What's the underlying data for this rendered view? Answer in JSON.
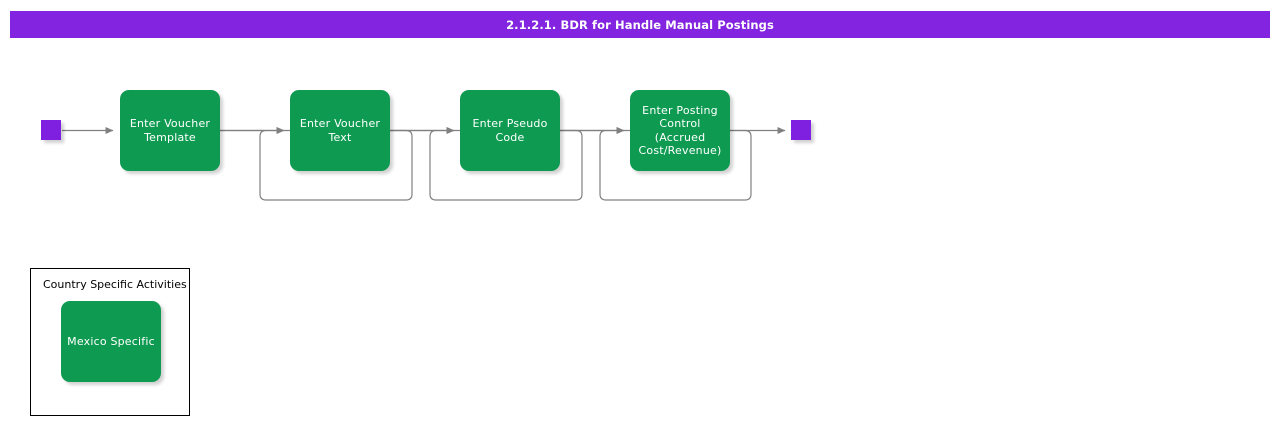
{
  "header": {
    "title": "2.1.2.1. BDR for Handle Manual Postings",
    "background_color": "#8324e0",
    "text_color": "#ffffff"
  },
  "theme": {
    "node_fill": "#0e9b51",
    "node_text": "#ffffff",
    "terminator_fill": "#7f1fe0",
    "connector_color": "#808080",
    "group_border": "#000000",
    "canvas_background": "#ffffff"
  },
  "diagram": {
    "type": "process-flow",
    "start_marker": {
      "name": "start",
      "shape": "square",
      "color": "#7f1fe0"
    },
    "end_marker": {
      "name": "end",
      "shape": "square",
      "color": "#7f1fe0"
    },
    "nodes": [
      {
        "id": "enter-voucher-template",
        "label": "Enter Voucher\nTemplate"
      },
      {
        "id": "enter-voucher-text",
        "label": "Enter Voucher\nText"
      },
      {
        "id": "enter-pseudo-code",
        "label": "Enter Pseudo\nCode"
      },
      {
        "id": "enter-posting-control",
        "label": "Enter Posting\nControl\n(Accrued\nCost/Revenue)"
      }
    ],
    "groups": [
      {
        "id": "country-specific-activities",
        "title": "Country Specific Activities",
        "nodes": [
          {
            "id": "mexico-specific",
            "label": "Mexico Specific"
          }
        ]
      }
    ]
  }
}
